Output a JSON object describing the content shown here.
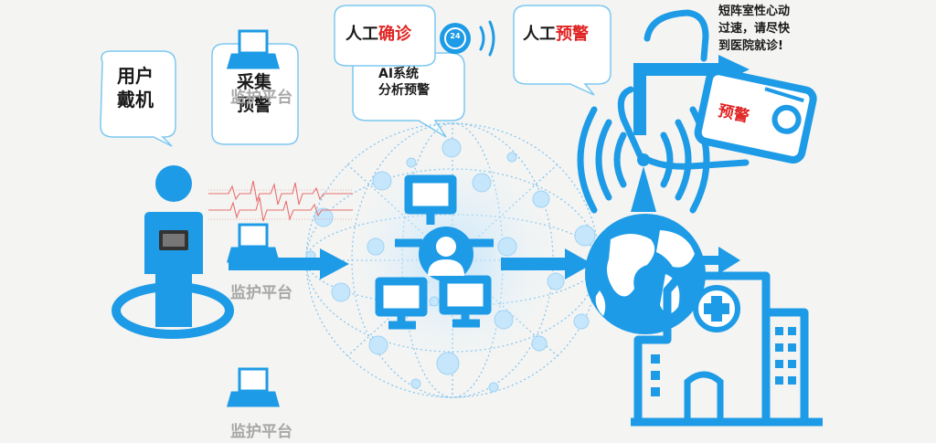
{
  "user": {
    "line1": "用户",
    "line2": "戴机"
  },
  "collect": {
    "line1": "采集",
    "line2": "预警"
  },
  "monitor_label": "监护平台",
  "ai": {
    "line1": "AI系统",
    "line2": "分析预警"
  },
  "manual_diag": {
    "prefix": "人工",
    "highlight": "确诊"
  },
  "manual_warn": {
    "prefix": "人工",
    "highlight": "预警"
  },
  "phone_badge": "24",
  "alert_message": {
    "line1": "短阵室性心动",
    "line2": "过速，请尽快",
    "line3": "到医院就诊!"
  },
  "device_warning": "预警",
  "colors": {
    "accent": "#1e9be6",
    "dark_blue": "#0f7fd0",
    "alert_red": "#e02222",
    "label_gray": "#a7a7a7"
  }
}
